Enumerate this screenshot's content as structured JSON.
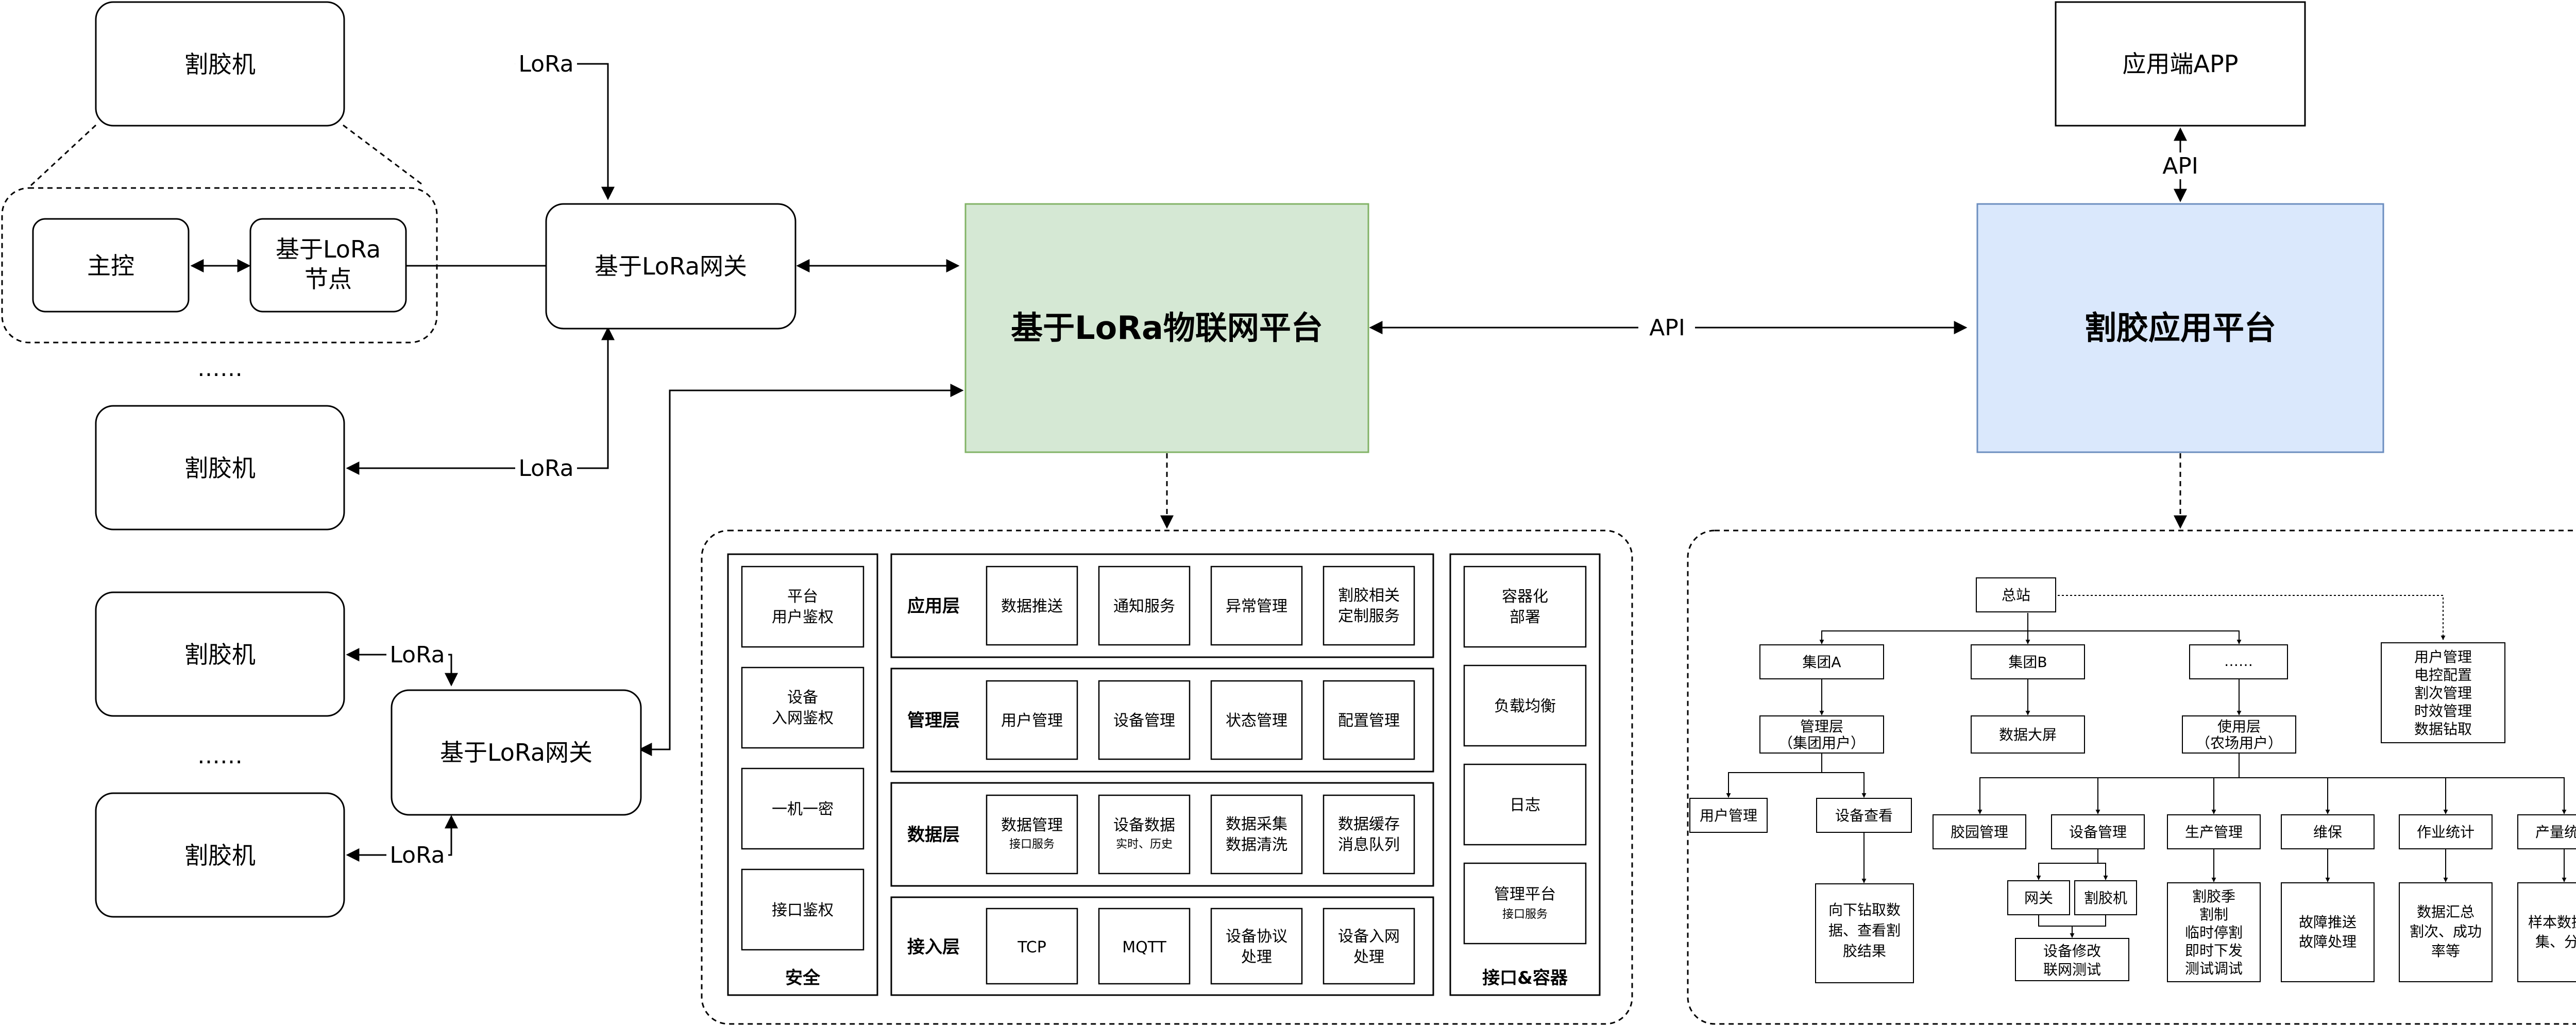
{
  "left": {
    "machine": "割胶机",
    "main_control": "主控",
    "lora_node": [
      "基于LoRa",
      "节点"
    ],
    "ellipsis": "……",
    "gateway": "基于LoRa网关",
    "lora": "LoRa"
  },
  "center": {
    "iot_platform": "基于LoRa物联网平台",
    "api": "API",
    "layers": {
      "app": {
        "title": "应用层",
        "items": [
          [
            "数据推送"
          ],
          [
            "通知服务"
          ],
          [
            "异常管理"
          ],
          [
            "割胶相关",
            "定制服务"
          ]
        ]
      },
      "mgmt": {
        "title": "管理层",
        "items": [
          [
            "用户管理"
          ],
          [
            "设备管理"
          ],
          [
            "状态管理"
          ],
          [
            "配置管理"
          ]
        ]
      },
      "data": {
        "title": "数据层",
        "items": [
          [
            "数据管理",
            "接口服务"
          ],
          [
            "设备数据",
            "实时、历史"
          ],
          [
            "数据采集",
            "数据清洗"
          ],
          [
            "数据缓存",
            "消息队列"
          ]
        ]
      },
      "access": {
        "title": "接入层",
        "items": [
          [
            "TCP"
          ],
          [
            "MQTT"
          ],
          [
            "设备协议",
            "处理"
          ],
          [
            "设备入网",
            "处理"
          ]
        ]
      }
    },
    "security": {
      "title": "安全",
      "items": [
        [
          "平台",
          "用户鉴权"
        ],
        [
          "设备",
          "入网鉴权"
        ],
        [
          "一机一密"
        ],
        [
          "接口鉴权"
        ]
      ]
    },
    "container": {
      "title": "接口&容器",
      "items": [
        [
          "容器化",
          "部署"
        ],
        [
          "负载均衡"
        ],
        [
          "日志"
        ],
        [
          "管理平台",
          "接口服务"
        ]
      ]
    }
  },
  "right": {
    "app_client": "应用端APP",
    "api": "API",
    "platform": "割胶应用平台",
    "tree": {
      "root": "总站",
      "group_a": "集团A",
      "group_b": "集团B",
      "group_more": "……",
      "root_functions": [
        "用户管理",
        "电控配置",
        "割次管理",
        "时效管理",
        "数据钻取"
      ],
      "mgmt_layer": [
        "管理层",
        "（集团用户）"
      ],
      "big_screen": "数据大屏",
      "use_layer": [
        "使用层",
        "（农场用户）"
      ],
      "user_mgmt": "用户管理",
      "device_view": "设备查看",
      "device_view_detail": [
        "向下钻取数",
        "据、查看割",
        "胶结果"
      ],
      "modules": [
        "胶园管理",
        "设备管理",
        "生产管理",
        "维保",
        "作业统计",
        "产量统计"
      ],
      "gateway": "网关",
      "machine": "割胶机",
      "device_modify": [
        "设备修改",
        "联网测试"
      ],
      "production_detail": [
        "割胶季",
        "割制",
        "临时停割",
        "即时下发",
        "测试调试"
      ],
      "maintenance_detail": [
        "故障推送",
        "故障处理"
      ],
      "job_detail": [
        "数据汇总",
        "割次、成功",
        "率等"
      ],
      "yield_detail": [
        "样本数据采",
        "集、分析"
      ]
    }
  },
  "colors": {
    "iot_fill": "#d5e8d4",
    "iot_stroke": "#82b366",
    "app_fill": "#dae8fc",
    "app_stroke": "#6c8ebf",
    "line": "#000000"
  }
}
